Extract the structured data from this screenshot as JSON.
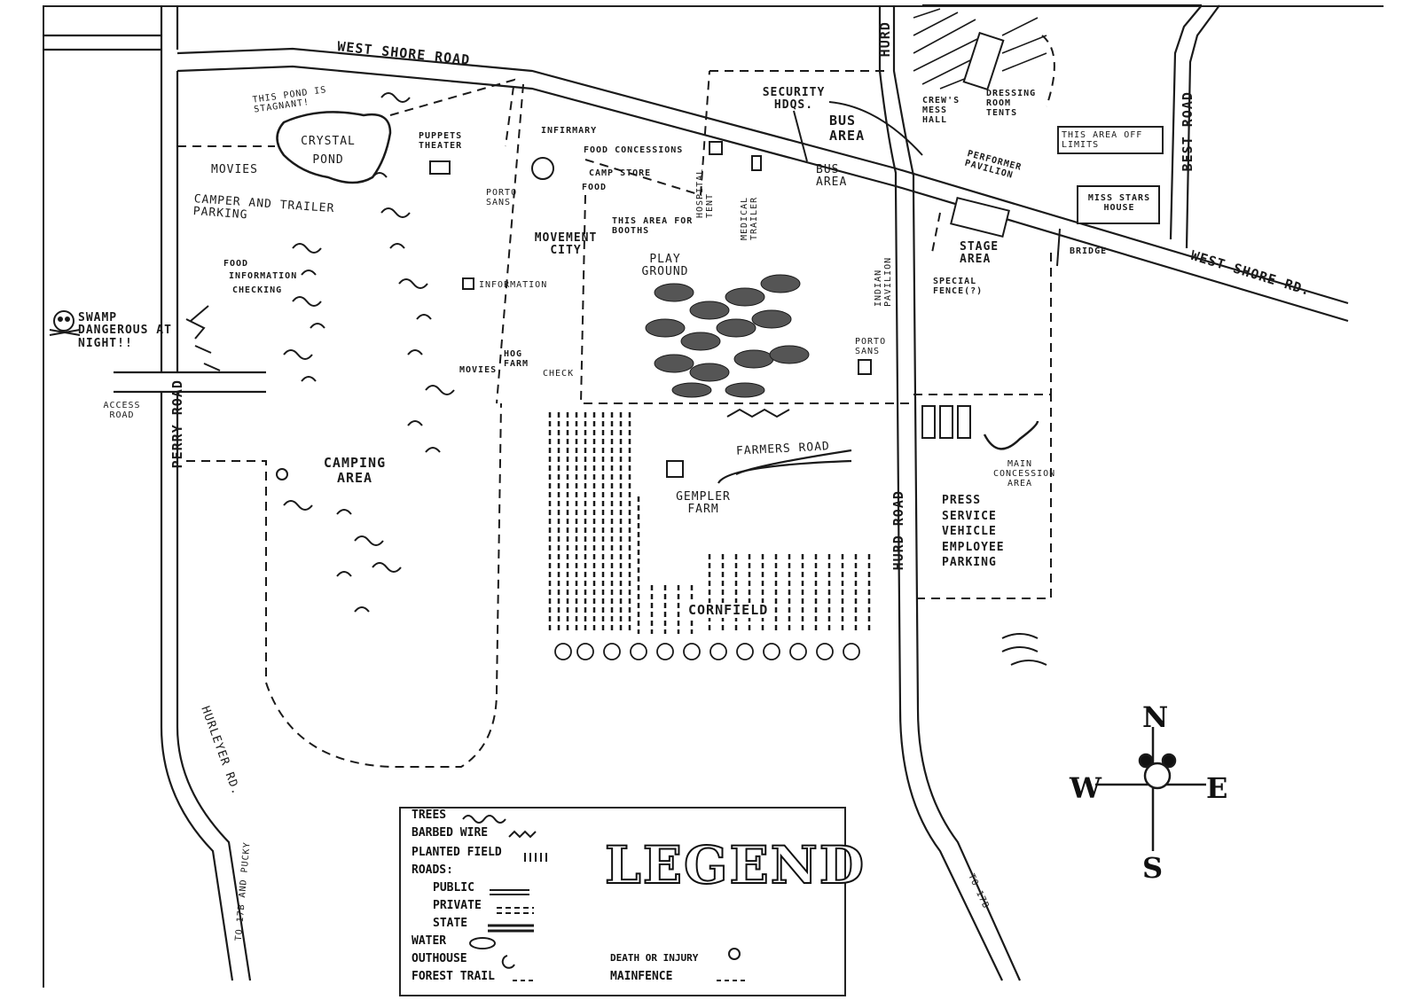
{
  "roads": {
    "west_shore_1": "WEST SHORE ROAD",
    "west_shore_2": "WEST SHORE RD.",
    "hurd_top": "HURD",
    "hurd_road": "HURD ROAD",
    "perry": "PERRY ROAD",
    "hurleyer": "HURLEYER RD.",
    "access": "ACCESS ROAD",
    "best": "BEST ROAD",
    "to_17b_and_pucky": "TO 17B AND PUCKY",
    "to_17b": "TO 17B",
    "farmers": "FARMERS ROAD"
  },
  "areas": {
    "pond_note": "THIS POND IS STAGNANT!",
    "crystal_pond": "CRYSTAL POND",
    "movies_top": "MOVIES",
    "camper_trailer": "CAMPER AND TRAILER PARKING",
    "puppets_theater": "PUPPETS THEATER",
    "infirmary": "INFIRMARY",
    "food_concessions": "FOOD CONCESSIONS",
    "camp_store": "CAMP STORE",
    "food": "FOOD",
    "porto_sans": "PORTO SANS",
    "movement_city": "MOVEMENT CITY",
    "hospital_tent": "HOSPITAL TENT",
    "medical_trailer": "MEDICAL TRAILER",
    "booths": "THIS AREA FOR BOOTHS",
    "security": "SECURITY HDQS.",
    "bus_area_1": "BUS AREA",
    "bus_area_2": "BUS AREA",
    "crews_mess": "CREW'S MESS HALL",
    "dressing": "DRESSING ROOM TENTS",
    "performer": "PERFORMER PAVILION",
    "off_limits": "THIS AREA OFF LIMITS",
    "miss_stars": "MISS STARS HOUSE",
    "stage_area": "STAGE AREA",
    "special_fence": "SPECIAL FENCE(?)",
    "bridge": "BRIDGE",
    "food_legend": "FOOD",
    "information_legend": "INFORMATION",
    "checking": "CHECKING",
    "swamp": "SWAMP DANGEROUS AT NIGHT!!",
    "information": "INFORMATION",
    "play_ground": "PLAY GROUND",
    "indian_pavilion": "INDIAN PAVILION",
    "porto_sans_2": "PORTO SANS",
    "movies_mid": "MOVIES",
    "hog_farm": "HOG FARM",
    "check": "CHECK",
    "camping_area": "CAMPING AREA",
    "gempler_farm": "GEMPLER FARM",
    "cornfield": "CORNFIELD",
    "press": "PRESS SERVICE VEHICLE EMPLOYEE PARKING",
    "main_concession": "MAIN CONCESSION AREA"
  },
  "legend": {
    "title": "LEGEND",
    "items": [
      "TREES",
      "BARBED WIRE",
      "PLANTED FIELD",
      "ROADS:",
      "PUBLIC",
      "PRIVATE",
      "STATE",
      "WATER",
      "OUTHOUSE",
      "FOREST TRAIL",
      "DEATH OR INJURY",
      "MAINFENCE"
    ]
  },
  "compass": {
    "n": "N",
    "s": "S",
    "e": "E",
    "w": "W"
  }
}
